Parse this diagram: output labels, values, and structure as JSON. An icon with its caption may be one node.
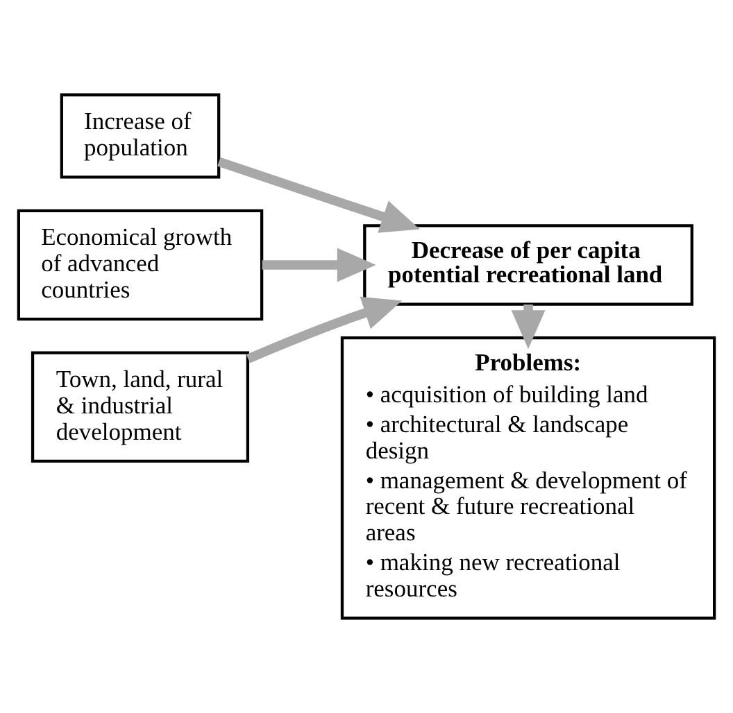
{
  "diagram": {
    "nodes": [
      {
        "text": [
          "Increase of population"
        ]
      },
      {
        "text": [
          "Economical growth of advanced countries"
        ]
      },
      {
        "text": [
          "Town, land, rural & industrial development"
        ]
      },
      {
        "text": [
          "Decrease of per capita potential recreational land"
        ]
      },
      {
        "text": [
          "Problems:",
          "• acquisition of building land",
          "• architectural & landscape design",
          "• management & development of recent & future recreational areas",
          "• making new recreational resources"
        ]
      }
    ],
    "edges": [
      {
        "from": 0,
        "to": 3,
        "arrow": "to"
      },
      {
        "from": 1,
        "to": 3,
        "arrow": "to"
      },
      {
        "from": 2,
        "to": 3,
        "arrow": "to"
      },
      {
        "from": 3,
        "to": 4,
        "arrow": "to"
      }
    ]
  }
}
